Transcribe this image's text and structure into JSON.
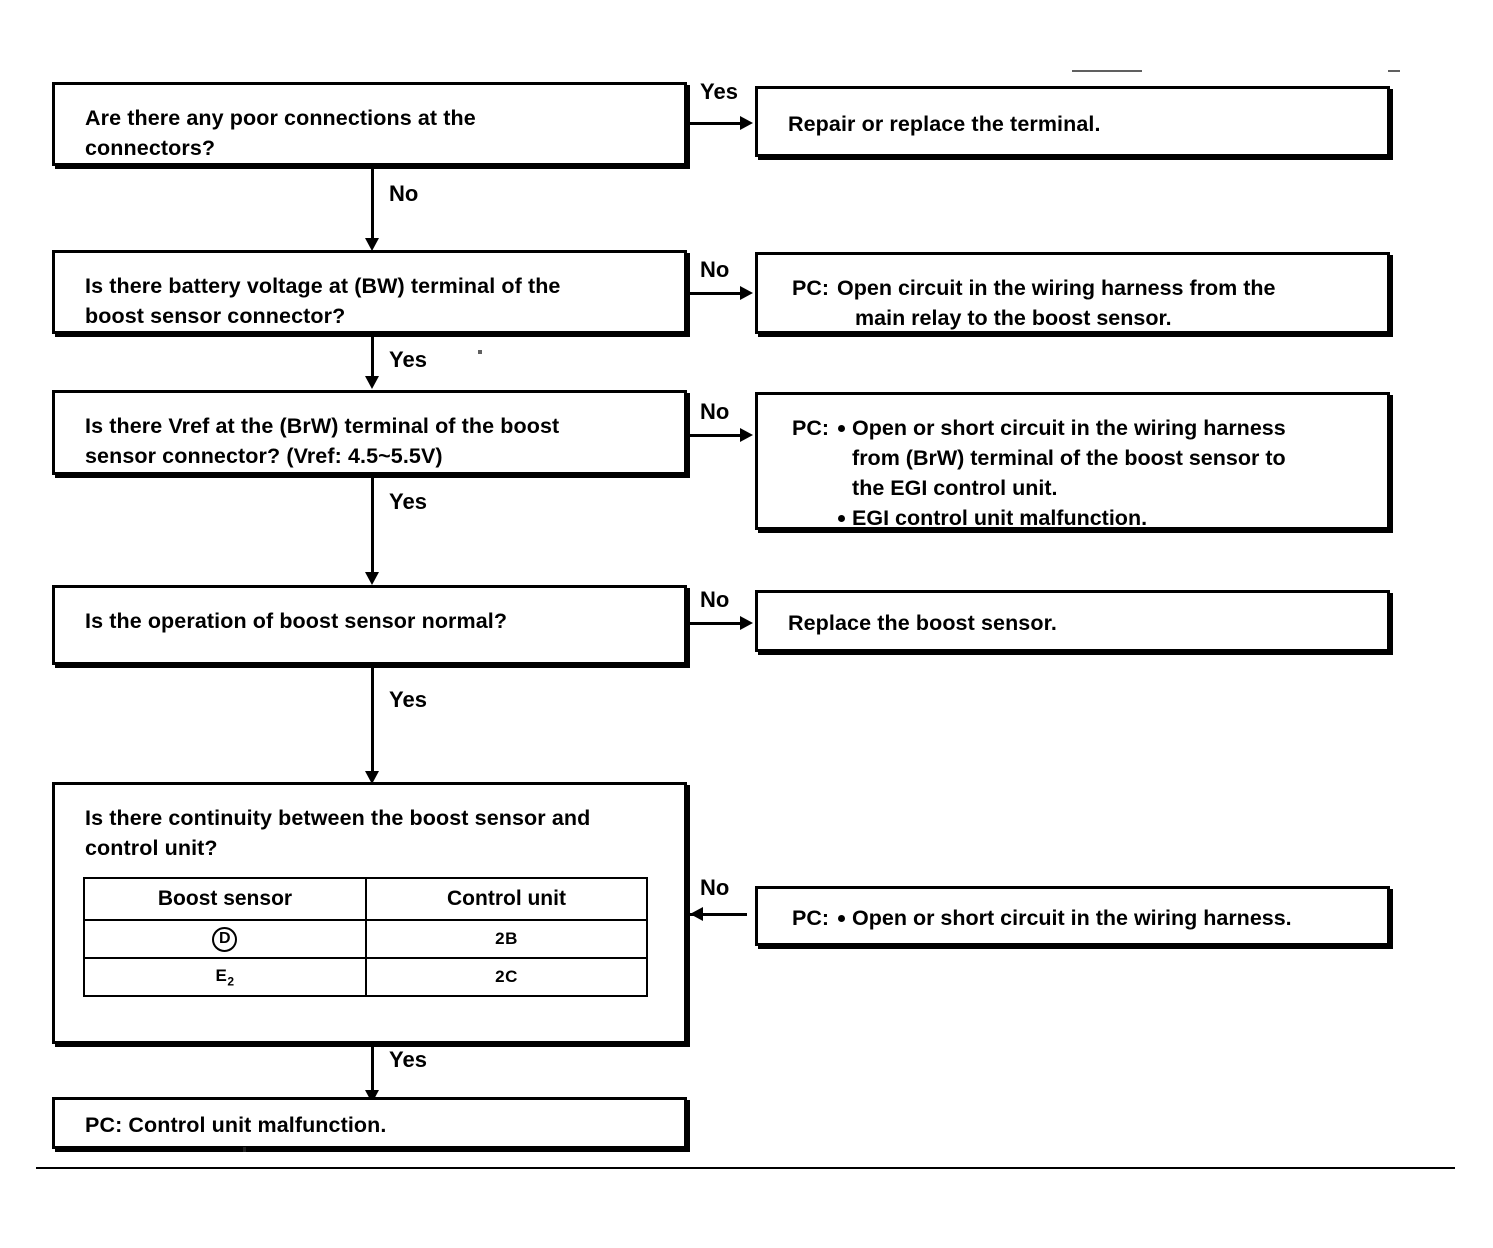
{
  "document": {
    "type": "troubleshooting-flowchart",
    "subject": "Boost sensor diagnostic flow"
  },
  "flow": {
    "steps": [
      {
        "id": "q1",
        "question": "Are there any poor connections at the\nconnectors?",
        "branch_label": "Yes",
        "next_label": "No",
        "result": {
          "text": "Repair or replace the terminal.",
          "prefix": "",
          "bullets": []
        }
      },
      {
        "id": "q2",
        "question": "Is there battery voltage at (BW) terminal of the\nboost sensor connector?",
        "branch_label": "No",
        "next_label": "Yes",
        "result": {
          "prefix": "PC:",
          "line": "Open circuit in the wiring harness from the",
          "continuation": "main relay to the boost sensor.",
          "bullets": []
        }
      },
      {
        "id": "q3",
        "question": "Is there Vref at the (BrW) terminal of the boost\nsensor connector? (Vref: 4.5~5.5V)",
        "branch_label": "No",
        "next_label": "Yes",
        "result": {
          "prefix": "PC:",
          "bullets": [
            "Open or short circuit in the wiring harness\nfrom (BrW) terminal of the boost sensor to\nthe EGI control unit.",
            "EGI control unit malfunction."
          ]
        }
      },
      {
        "id": "q4",
        "question": "Is the operation of boost sensor normal?",
        "branch_label": "No",
        "next_label": "Yes",
        "result": {
          "text": "Replace the boost sensor.",
          "prefix": "",
          "bullets": []
        }
      },
      {
        "id": "q5",
        "question": "Is there continuity between the boost sensor and\ncontrol unit?",
        "branch_label": "No",
        "next_label": "Yes",
        "result": {
          "prefix": "PC:",
          "bullets": [
            "Open or short circuit in the wiring harness."
          ]
        },
        "table": {
          "headers": [
            "Boost sensor",
            "Control unit"
          ],
          "rows": [
            [
              "Ⓓ",
              "2B"
            ],
            [
              "E2",
              "2C"
            ]
          ]
        }
      }
    ],
    "terminal": {
      "text": "PC: Control unit malfunction."
    }
  },
  "labels": {
    "yes": "Yes",
    "no": "No"
  },
  "colors": {
    "ink": "#000000",
    "paper": "#ffffff"
  }
}
